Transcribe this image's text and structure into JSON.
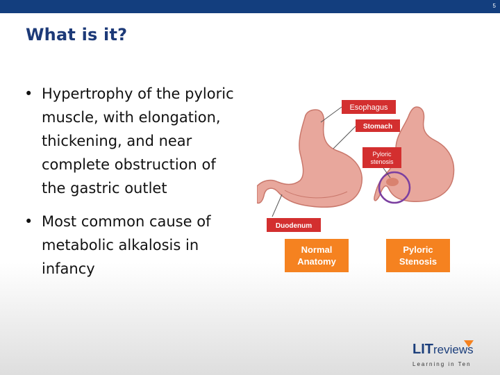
{
  "slide": {
    "page_number": "5",
    "title": "What is it?",
    "bullets": [
      "Hypertrophy of the pyloric muscle, with elongation, thickening, and near complete obstruction of the gastric outlet",
      "Most common cause of metabolic alkalosis in infancy"
    ],
    "bullet_glyph": "•"
  },
  "figure": {
    "labels": {
      "esophagus": "Esophagus",
      "stomach": "Stomach",
      "pyloric_stenosis_line1": "Pyloric",
      "pyloric_stenosis_line2": "stenosis",
      "duodenum": "Duodenum"
    },
    "captions": {
      "normal_line1": "Normal",
      "normal_line2": "Anatomy",
      "stenosis_line1": "Pyloric",
      "stenosis_line2": "Stenosis"
    },
    "colors": {
      "organ": "#e8a79c",
      "organ_outline": "#c9776b",
      "label_bg": "#d32f2f",
      "caption_bg": "#f58220",
      "highlight_circle": "#7b3fa0"
    }
  },
  "logo": {
    "brand_main": "LIT",
    "brand_rest": "reviews",
    "tagline": "Learning in Ten"
  },
  "theme": {
    "topbar": "#133e7e",
    "title_color": "#1d3a78"
  }
}
